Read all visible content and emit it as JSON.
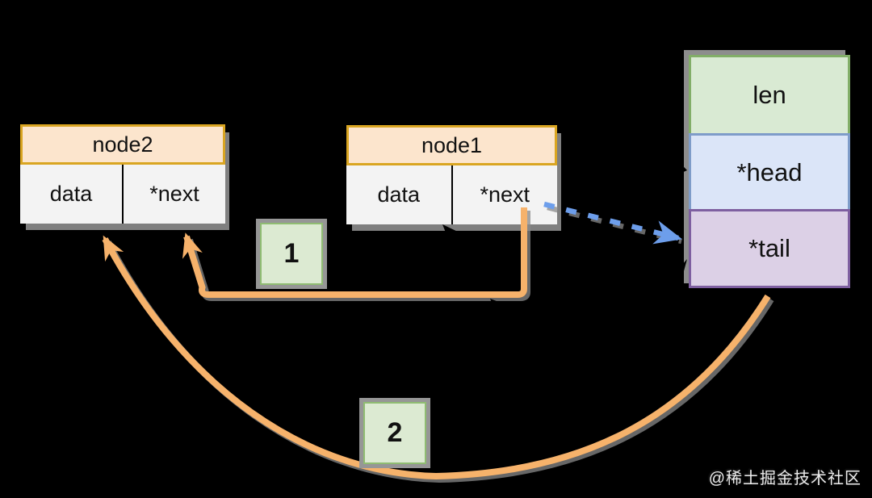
{
  "diagram": {
    "description": "Singly linked list insertion diagram: node1 points to node2; head/tail struct on the right",
    "nodes": {
      "node2": {
        "title": "node2",
        "field1": "data",
        "field2": "*next"
      },
      "node1": {
        "title": "node1",
        "field1": "data",
        "field2": "*next"
      }
    },
    "struct": {
      "len": "len",
      "head": "*head",
      "tail": "*tail"
    },
    "steps": {
      "step1": "1",
      "step2": "2"
    },
    "edges": [
      {
        "label": "1",
        "from": "node1.*next",
        "to": "node2",
        "style": "solid-elbow",
        "color": "#f6b26b"
      },
      {
        "label": "2",
        "from": "*tail",
        "to": "node2",
        "style": "solid-curve",
        "color": "#f6b26b"
      },
      {
        "label": "",
        "from": "node1.*next",
        "to": "*tail",
        "style": "dashed",
        "color": "#6d9eeb"
      }
    ],
    "watermark": "@稀土掘金技术社区",
    "colors": {
      "background": "#000000",
      "node_header_fill": "#fce5cd",
      "node_header_border": "#d9a521",
      "node_cell_fill": "#f3f3f3",
      "len_fill": "#d9ead3",
      "len_border": "#82ae68",
      "head_fill": "#dbe5f8",
      "head_border": "#7e9cc9",
      "tail_fill": "#dcd0e6",
      "tail_border": "#7e5fa0",
      "step_label_fill": "#dcead2",
      "step_label_border": "#8fbc72",
      "arrow_orange": "#f6b26b",
      "arrow_blue": "#6d9eeb",
      "shadow_gray": "#7f7f7f"
    }
  }
}
